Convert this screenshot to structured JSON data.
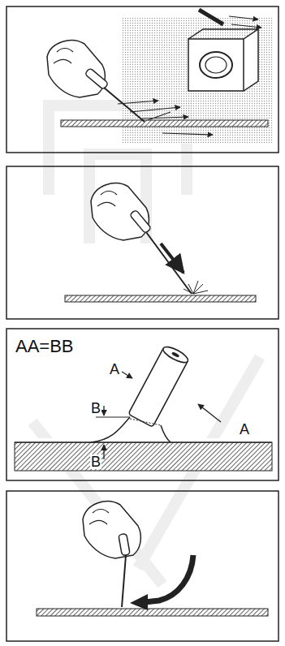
{
  "diagram": {
    "labels": [
      "AA=BB",
      "A",
      "A",
      "B",
      "B"
    ]
  }
}
